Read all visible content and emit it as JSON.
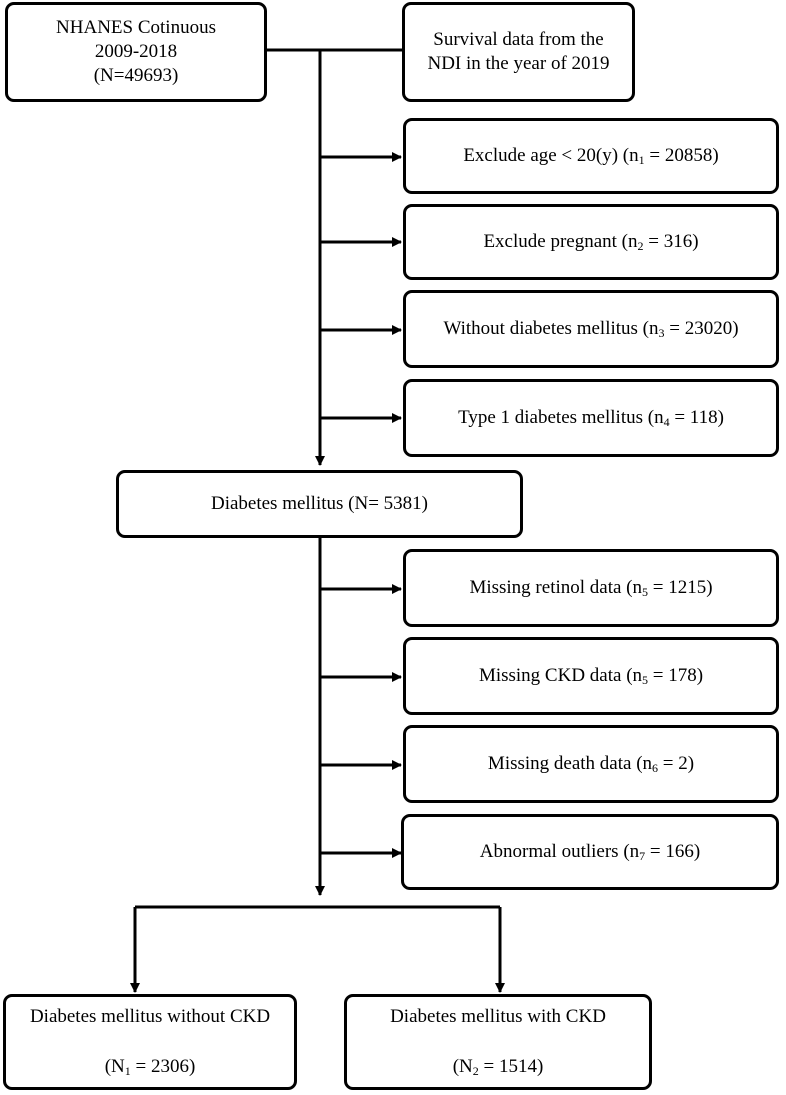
{
  "source": {
    "lines": [
      "NHANES Cotinuous",
      "2009-2018",
      "(N=49693)"
    ]
  },
  "survival": {
    "lines": [
      "Survival data from the",
      "NDI in the year of 2019"
    ]
  },
  "exclusions_1": [
    {
      "pre": "Exclude age < 20(y) (n",
      "sub": "1",
      "post": " = 20858)"
    },
    {
      "pre": "Exclude pregnant (n",
      "sub": "2",
      "post": " = 316)"
    },
    {
      "pre": "Without diabetes mellitus (n",
      "sub": "3",
      "post": " = 23020)"
    },
    {
      "pre": "Type 1 diabetes mellitus (n",
      "sub": "4",
      "post": " = 118)"
    }
  ],
  "diabetes": {
    "label": "Diabetes mellitus (N= 5381)"
  },
  "exclusions_2": [
    {
      "pre": "Missing retinol data  (n",
      "sub": "5",
      "post": " = 1215)"
    },
    {
      "pre": "Missing CKD data  (n",
      "sub": "5",
      "post": " = 178)"
    },
    {
      "pre": "Missing death data  (n",
      "sub": "6",
      "post": " = 2)"
    },
    {
      "pre": "Abnormal outliers  (n",
      "sub": "7",
      "post": " = 166)"
    }
  ],
  "groups": [
    {
      "title": "Diabetes mellitus without CKD",
      "pre": "(N",
      "sub": "1",
      "post": " = 2306)"
    },
    {
      "title": "Diabetes mellitus with CKD",
      "pre": "(N",
      "sub": "2",
      "post": " = 1514)"
    }
  ]
}
